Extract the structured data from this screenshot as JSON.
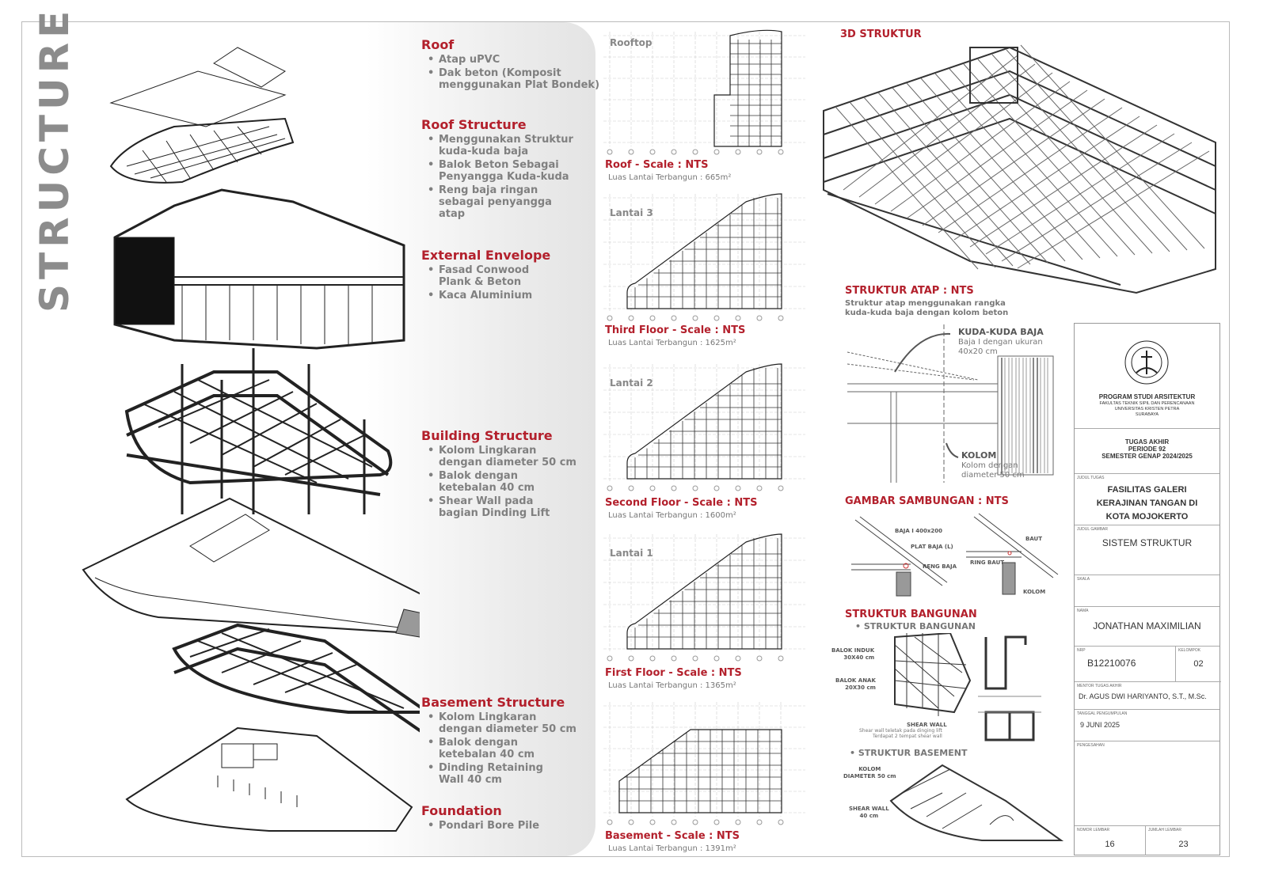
{
  "page_title": "STRUCTURE",
  "sections": [
    {
      "title": "Roof",
      "items": [
        "Atap uPVC",
        "Dak beton (Komposit\nmenggunakan Plat Bondek)"
      ]
    },
    {
      "title": "Roof Structure",
      "items": [
        "Menggunakan Struktur\nkuda-kuda baja",
        "Balok Beton Sebagai\nPenyangga Kuda-kuda",
        "Reng baja ringan\nsebagai penyangga\natap"
      ]
    },
    {
      "title": "External Envelope",
      "items": [
        "Fasad Conwood\nPlank  & Beton",
        "Kaca Aluminium"
      ]
    },
    {
      "title": "Building Structure",
      "items": [
        "Kolom Lingkaran\ndengan diameter 50 cm",
        "Balok dengan\nketebalan 40 cm",
        "Shear Wall pada\nbagian Dinding Lift"
      ]
    },
    {
      "title": "Basement Structure",
      "items": [
        "Kolom Lingkaran\ndengan diameter 50 cm",
        "Balok dengan\nketebalan 40 cm",
        "Dinding Retaining\nWall 40 cm"
      ]
    },
    {
      "title": "Foundation",
      "items": [
        "Pondari Bore Pile"
      ]
    }
  ],
  "plans": [
    {
      "name": "Rooftop",
      "caption": "Roof - Scale : NTS",
      "area": "Luas Lantai Terbangun : 665m²"
    },
    {
      "name": "Lantai 3",
      "caption": "Third Floor - Scale : NTS",
      "area": "Luas Lantai Terbangun : 1625m²"
    },
    {
      "name": "Lantai 2",
      "caption": "Second Floor - Scale : NTS",
      "area": "Luas Lantai Terbangun : 1600m²"
    },
    {
      "name": "Lantai 1",
      "caption": "First Floor - Scale : NTS",
      "area": "Luas Lantai Terbangun : 1365m²"
    },
    {
      "name": "",
      "caption": "Basement - Scale : NTS",
      "area": "Luas Lantai Terbangun : 1391m²"
    }
  ],
  "right": {
    "struktur_3d": "3D STRUKTUR",
    "atap_title": "STRUKTUR ATAP : NTS",
    "atap_desc": "Struktur atap menggunakan rangka\nkuda-kuda baja dengan kolom beton",
    "kuda_title": "KUDA-KUDA BAJA",
    "kuda_desc": "Baja I dengan ukuran\n40x20 cm",
    "kolom_title": "KOLOM",
    "kolom_desc": "Kolom dengan\ndiameter 50 cm",
    "sambungan_title": "GAMBAR SAMBUNGAN : NTS",
    "sambungan_labels": [
      "BAJA I 400x200",
      "PLAT BAJA (L)",
      "RENG BAJA",
      "BAUT",
      "RING BAUT",
      "KOLOM"
    ],
    "bangunan_title": "STRUKTUR BANGUNAN",
    "bangunan_sub": "STRUKTUR BANGUNAN",
    "balok_induk": "BALOK INDUK\n30X40 cm",
    "balok_anak": "BALOK ANAK\n20X30 cm",
    "shear_wall": "SHEAR WALL",
    "shear_desc": "Shear wall teletak pada dinging lift\nTerdapat 2 tempat shear wall",
    "basement_sub": "STRUKTUR BASEMENT",
    "kolom_basement": "KOLOM\nDIAMETER 50 cm",
    "shear_basement": "SHEAR WALL\n40 cm"
  },
  "title_block": {
    "logo_text": "UNIVERSITAS KRISTEN PETRA",
    "program": "PROGRAM STUDI ARSITEKTUR",
    "faculty": "FAKULTAS TEKNIK SIPIL DAN PERENCANAAN",
    "university": "UNIVERSITAS KRISTEN PETRA",
    "city": "SURABAYA",
    "tugas": "TUGAS AKHIR",
    "periode": "PERIODE 92",
    "semester": "SEMESTER GENAP 2024/2025",
    "judul_tugas_label": "JUDUL TUGAS",
    "judul_tugas": "FASILITAS GALERI\nKERAJINAN TANGAN DI\nKOTA MOJOKERTO",
    "judul_gambar_label": "JUDUL GAMBAR",
    "judul_gambar": "SISTEM STRUKTUR",
    "skala_label": "SKALA",
    "nama_label": "NAMA",
    "nama": "JONATHAN MAXIMILIAN",
    "nrp_label": "NRP",
    "nrp": "B12210076",
    "kelompok_label": "KELOMPOK",
    "kelompok": "02",
    "mentor_label": "MENTOR TUGAS AKHIR",
    "mentor": "Dr. AGUS DWI HARIYANTO, S.T., M.Sc.",
    "tanggal_label": "TANGGAL PENGUMPULAN",
    "tanggal": "9 JUNI 2025",
    "pengesahan_label": "PENGESAHAN",
    "nomor_label": "NOMOR LEMBAR",
    "nomor": "16",
    "jumlah_label": "JUMLAH LEMBAR",
    "jumlah": "23"
  },
  "colors": {
    "accent": "#b3202c",
    "gray_text": "#808080"
  }
}
